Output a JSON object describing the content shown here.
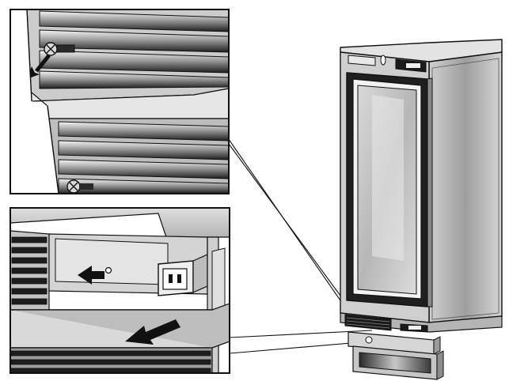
{
  "diagram": {
    "illustration": "installation-instruction-line-drawing",
    "style": "grayscale-technical-illustration",
    "colors": {
      "background": "#ffffff",
      "outline": "#111111",
      "panel_fill": "#c9c9c9",
      "dark_fill": "#1a1a1a",
      "glass_fill": "#cfcfcf",
      "light_fill": "#e2e2e2"
    },
    "callouts": [
      {
        "id": "upper-detail",
        "content": "louvered-panel-screw-removal",
        "icons": [
          "screw-icon",
          "arrow-down-left-icon"
        ]
      },
      {
        "id": "lower-detail",
        "content": "kickplate-removal",
        "icons": [
          "arrow-left-icon",
          "power-socket-icon"
        ]
      }
    ],
    "appliance": {
      "name": "built-in-glass-door-cooler",
      "icons": [
        "control-panel-icon",
        "grille-icon"
      ]
    }
  }
}
